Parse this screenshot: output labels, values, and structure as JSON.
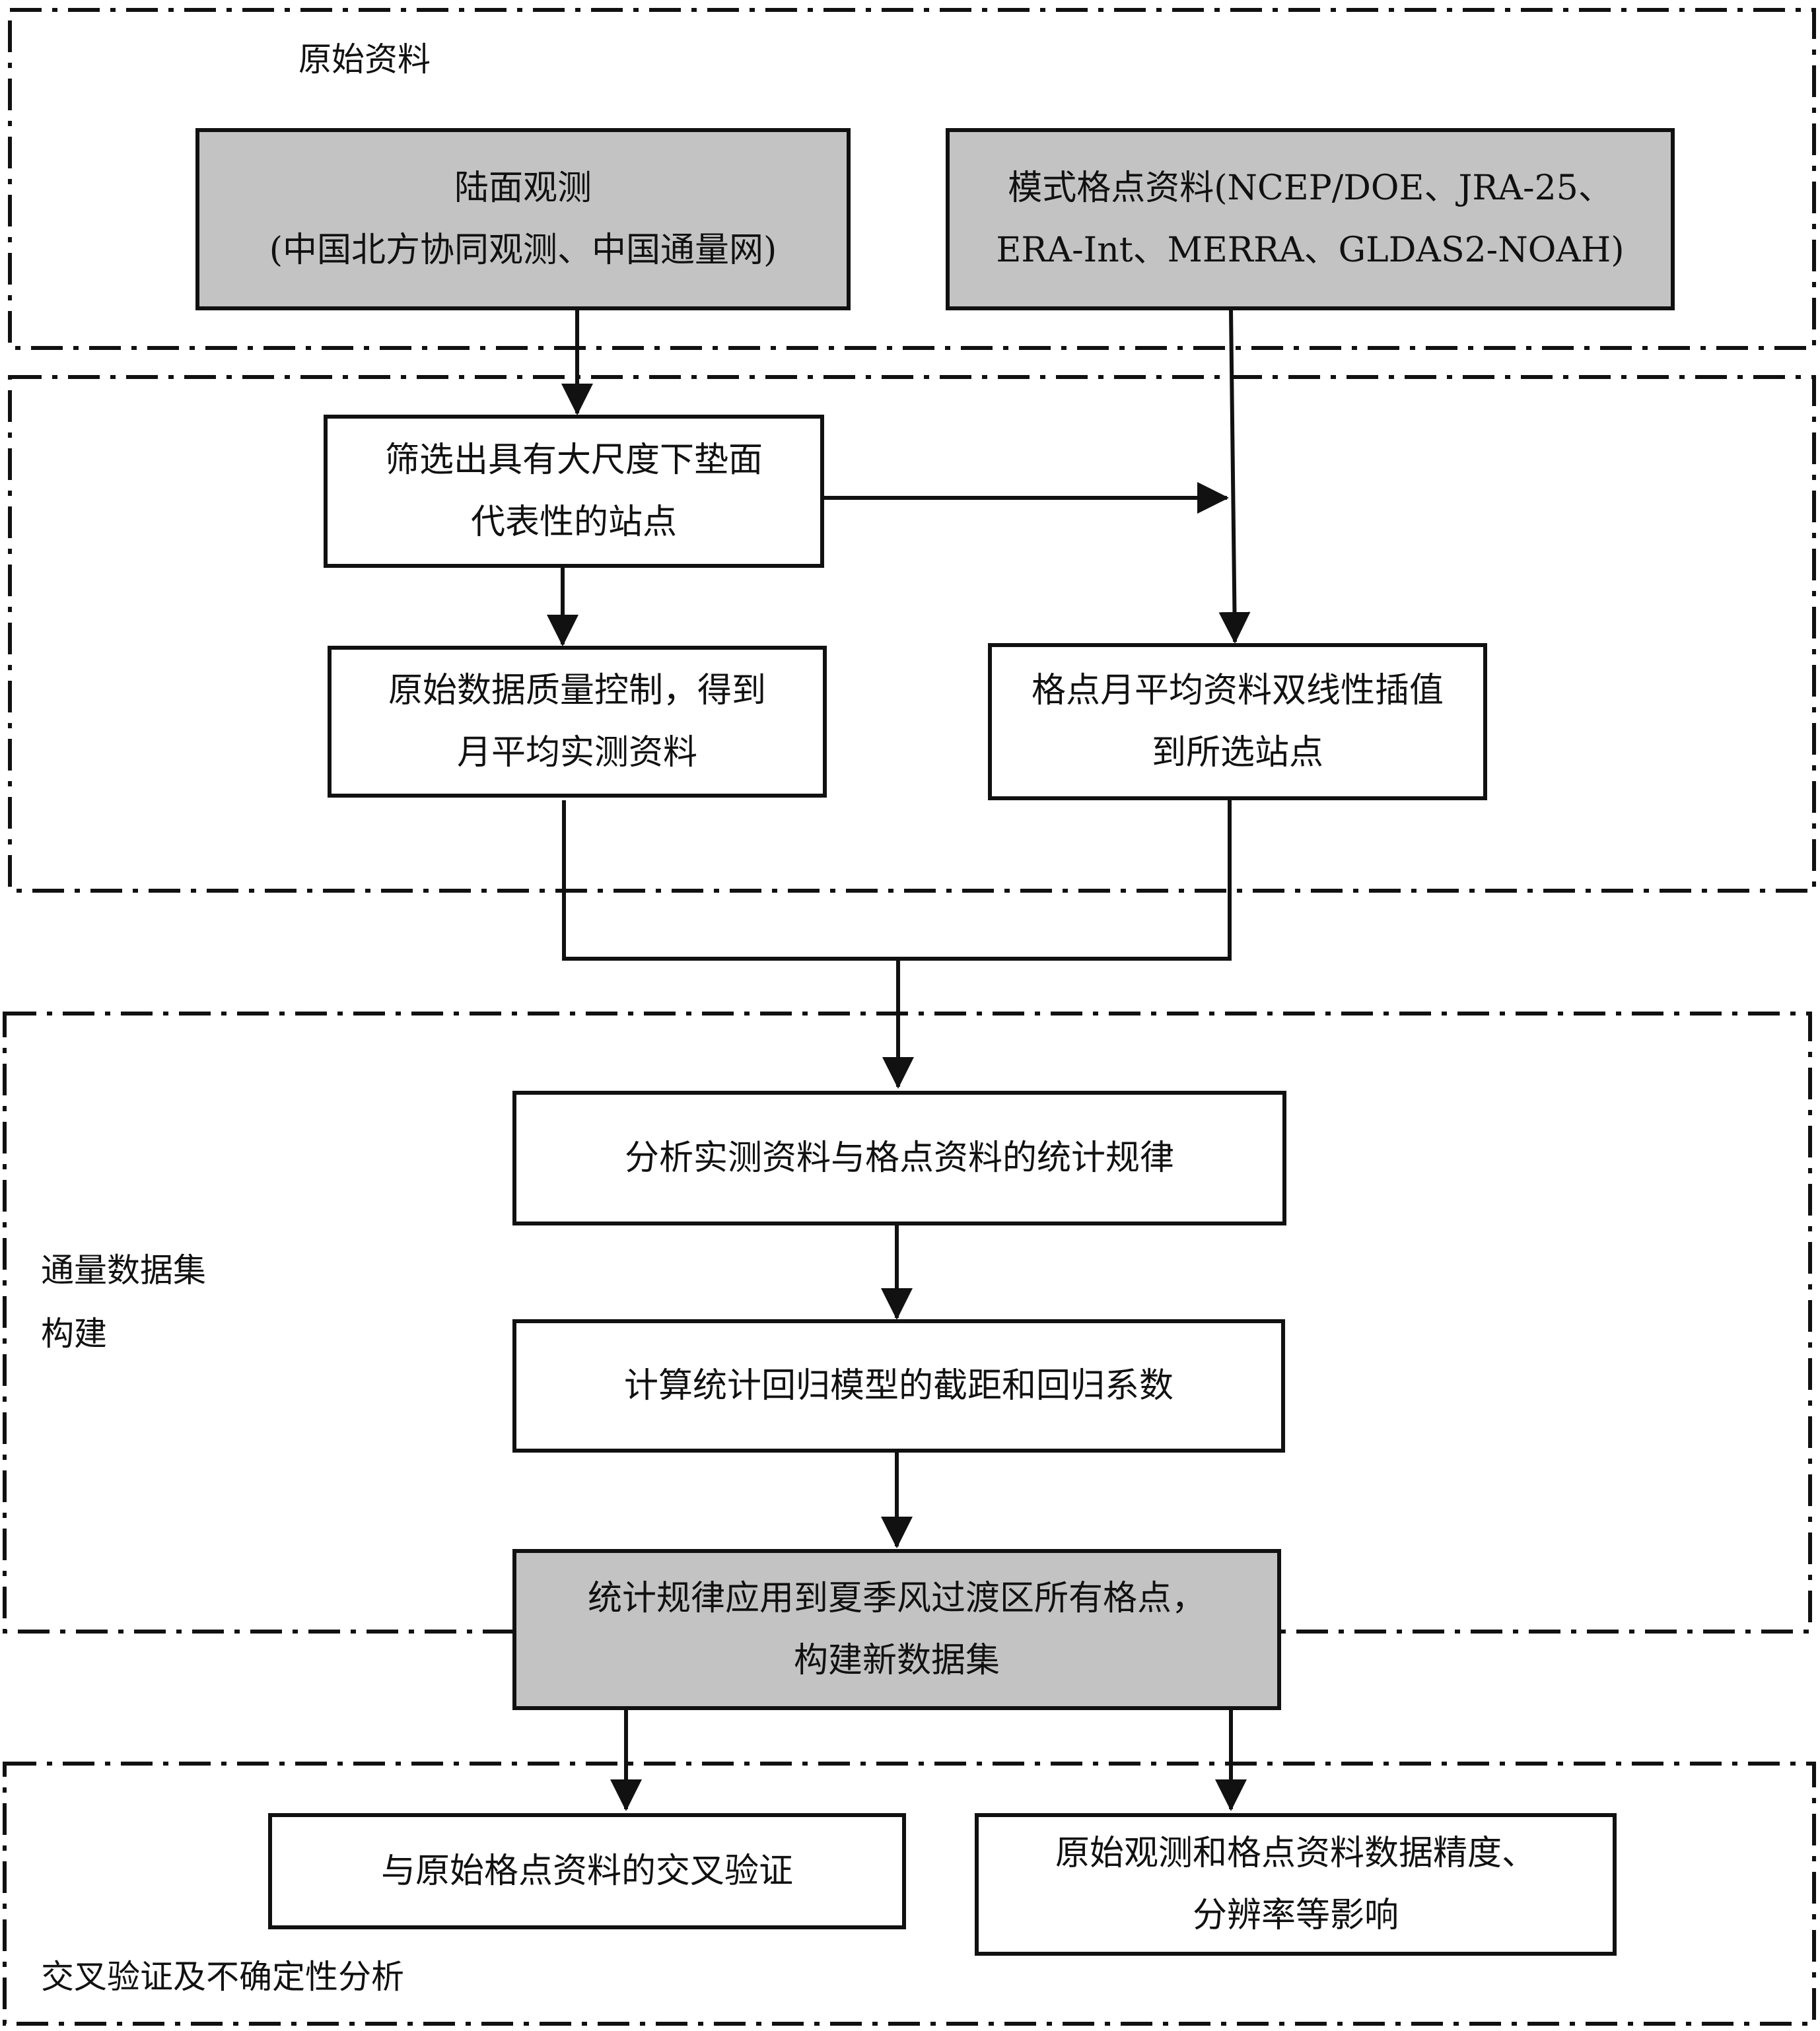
{
  "regions": {
    "raw_data": {
      "label": "原始资料"
    },
    "dataset_build": {
      "label": "通量数据集\n构建"
    },
    "cross_validation": {
      "label": "交叉验证及不确定性分析"
    }
  },
  "nodes": {
    "land_obs": {
      "line1": "陆面观测",
      "line2": "(中国北方协同观测、中国通量网)"
    },
    "model_grid": {
      "line1": "模式格点资料(NCEP/DOE、JRA-25、",
      "line2": "ERA-Int、MERRA、GLDAS2-NOAH)"
    },
    "site_select": {
      "line1": "筛选出具有大尺度下垫面",
      "line2": "代表性的站点"
    },
    "quality_control": {
      "line1": "原始数据质量控制，得到",
      "line2": "月平均实测资料"
    },
    "interpolation": {
      "line1": "格点月平均资料双线性插值",
      "line2": "到所选站点"
    },
    "stat_analysis": {
      "line1": "分析实测资料与格点资料的统计规律"
    },
    "regression": {
      "line1": "计算统计回归模型的截距和回归系数"
    },
    "apply": {
      "line1": "统计规律应用到夏季风过渡区所有格点，",
      "line2": "构建新数据集"
    },
    "cross_check": {
      "line1": "与原始格点资料的交叉验证"
    },
    "precision": {
      "line1": "原始观测和格点资料数据精度、",
      "line2": "分辨率等影响"
    }
  },
  "colors": {
    "line": "#111111",
    "gray_fill": "#c3c3c3",
    "white_fill": "#ffffff"
  }
}
